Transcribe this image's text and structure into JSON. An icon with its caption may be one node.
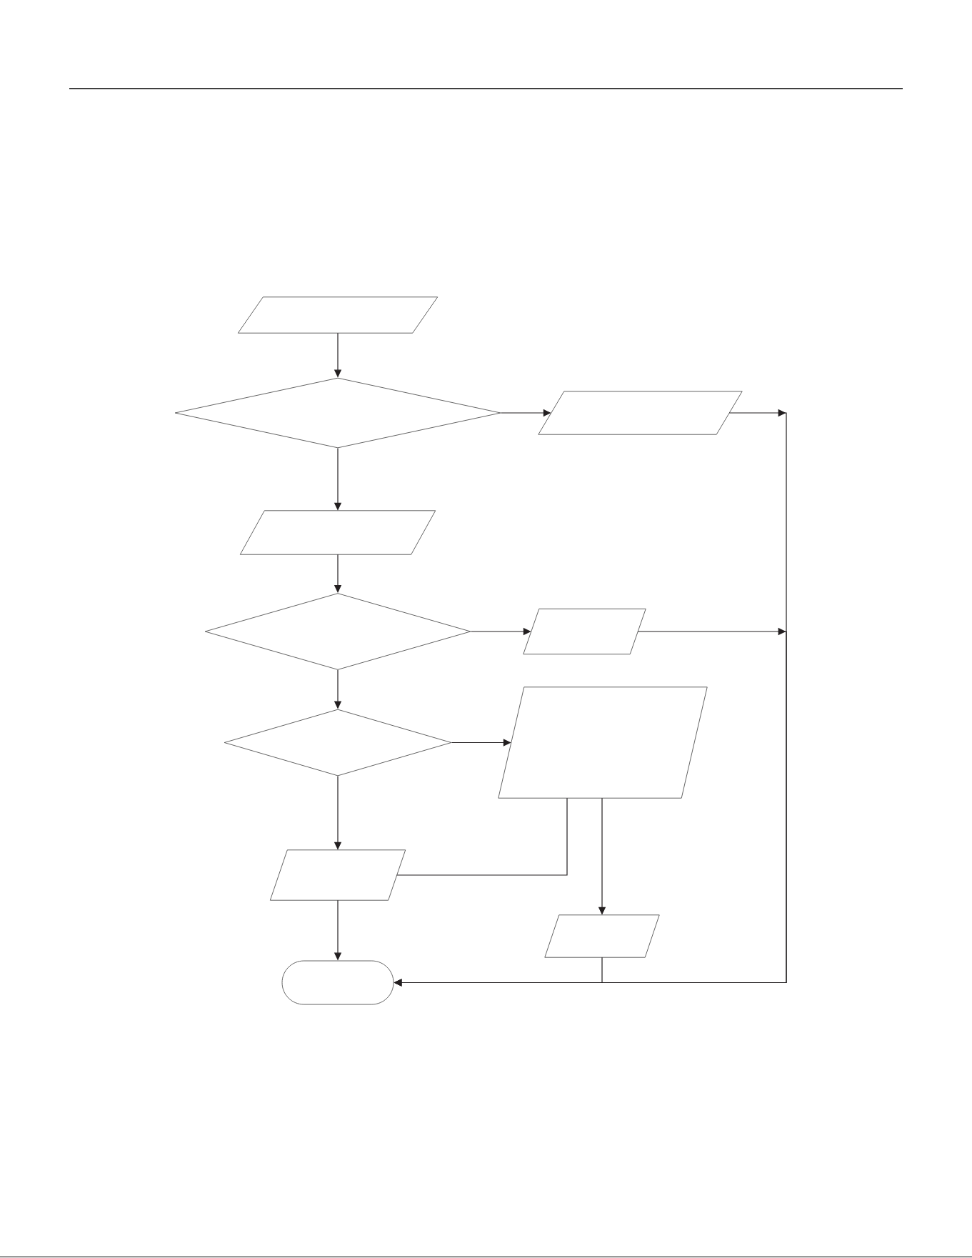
{
  "diagram": {
    "nodes": [
      {
        "text": [],
        "shape": "parallelogram"
      },
      {
        "text": [],
        "shape": "diamond"
      },
      {
        "text": [],
        "shape": "parallelogram"
      },
      {
        "text": [],
        "shape": "parallelogram"
      },
      {
        "text": [],
        "shape": "diamond"
      },
      {
        "text": [],
        "shape": "parallelogram"
      },
      {
        "text": [],
        "shape": "diamond"
      },
      {
        "text": [],
        "shape": "parallelogram"
      },
      {
        "text": [],
        "shape": "parallelogram"
      },
      {
        "text": [],
        "shape": "parallelogram"
      },
      {
        "text": [],
        "shape": "oval"
      }
    ],
    "edges": [
      {
        "from": 0,
        "to": 1,
        "arrow": "to"
      },
      {
        "from": 1,
        "to": 2,
        "arrow": "to"
      },
      {
        "from": 1,
        "to": 3,
        "arrow": "to"
      },
      {
        "from": 3,
        "to": 4,
        "arrow": "to"
      },
      {
        "from": 4,
        "to": 5,
        "arrow": "to"
      },
      {
        "from": 4,
        "to": 6,
        "arrow": "to"
      },
      {
        "from": 6,
        "to": 7,
        "arrow": "to"
      },
      {
        "from": 6,
        "to": 8,
        "arrow": "to"
      },
      {
        "from": 7,
        "to": 8,
        "arrow": "none"
      },
      {
        "from": 7,
        "to": 9,
        "arrow": "to"
      },
      {
        "from": 8,
        "to": 10,
        "arrow": "to"
      },
      {
        "from": 9,
        "to": 10,
        "arrow": "to"
      },
      {
        "from": 2,
        "to": 10,
        "arrow": "to"
      },
      {
        "from": 5,
        "to": 10,
        "arrow": "to"
      }
    ]
  }
}
